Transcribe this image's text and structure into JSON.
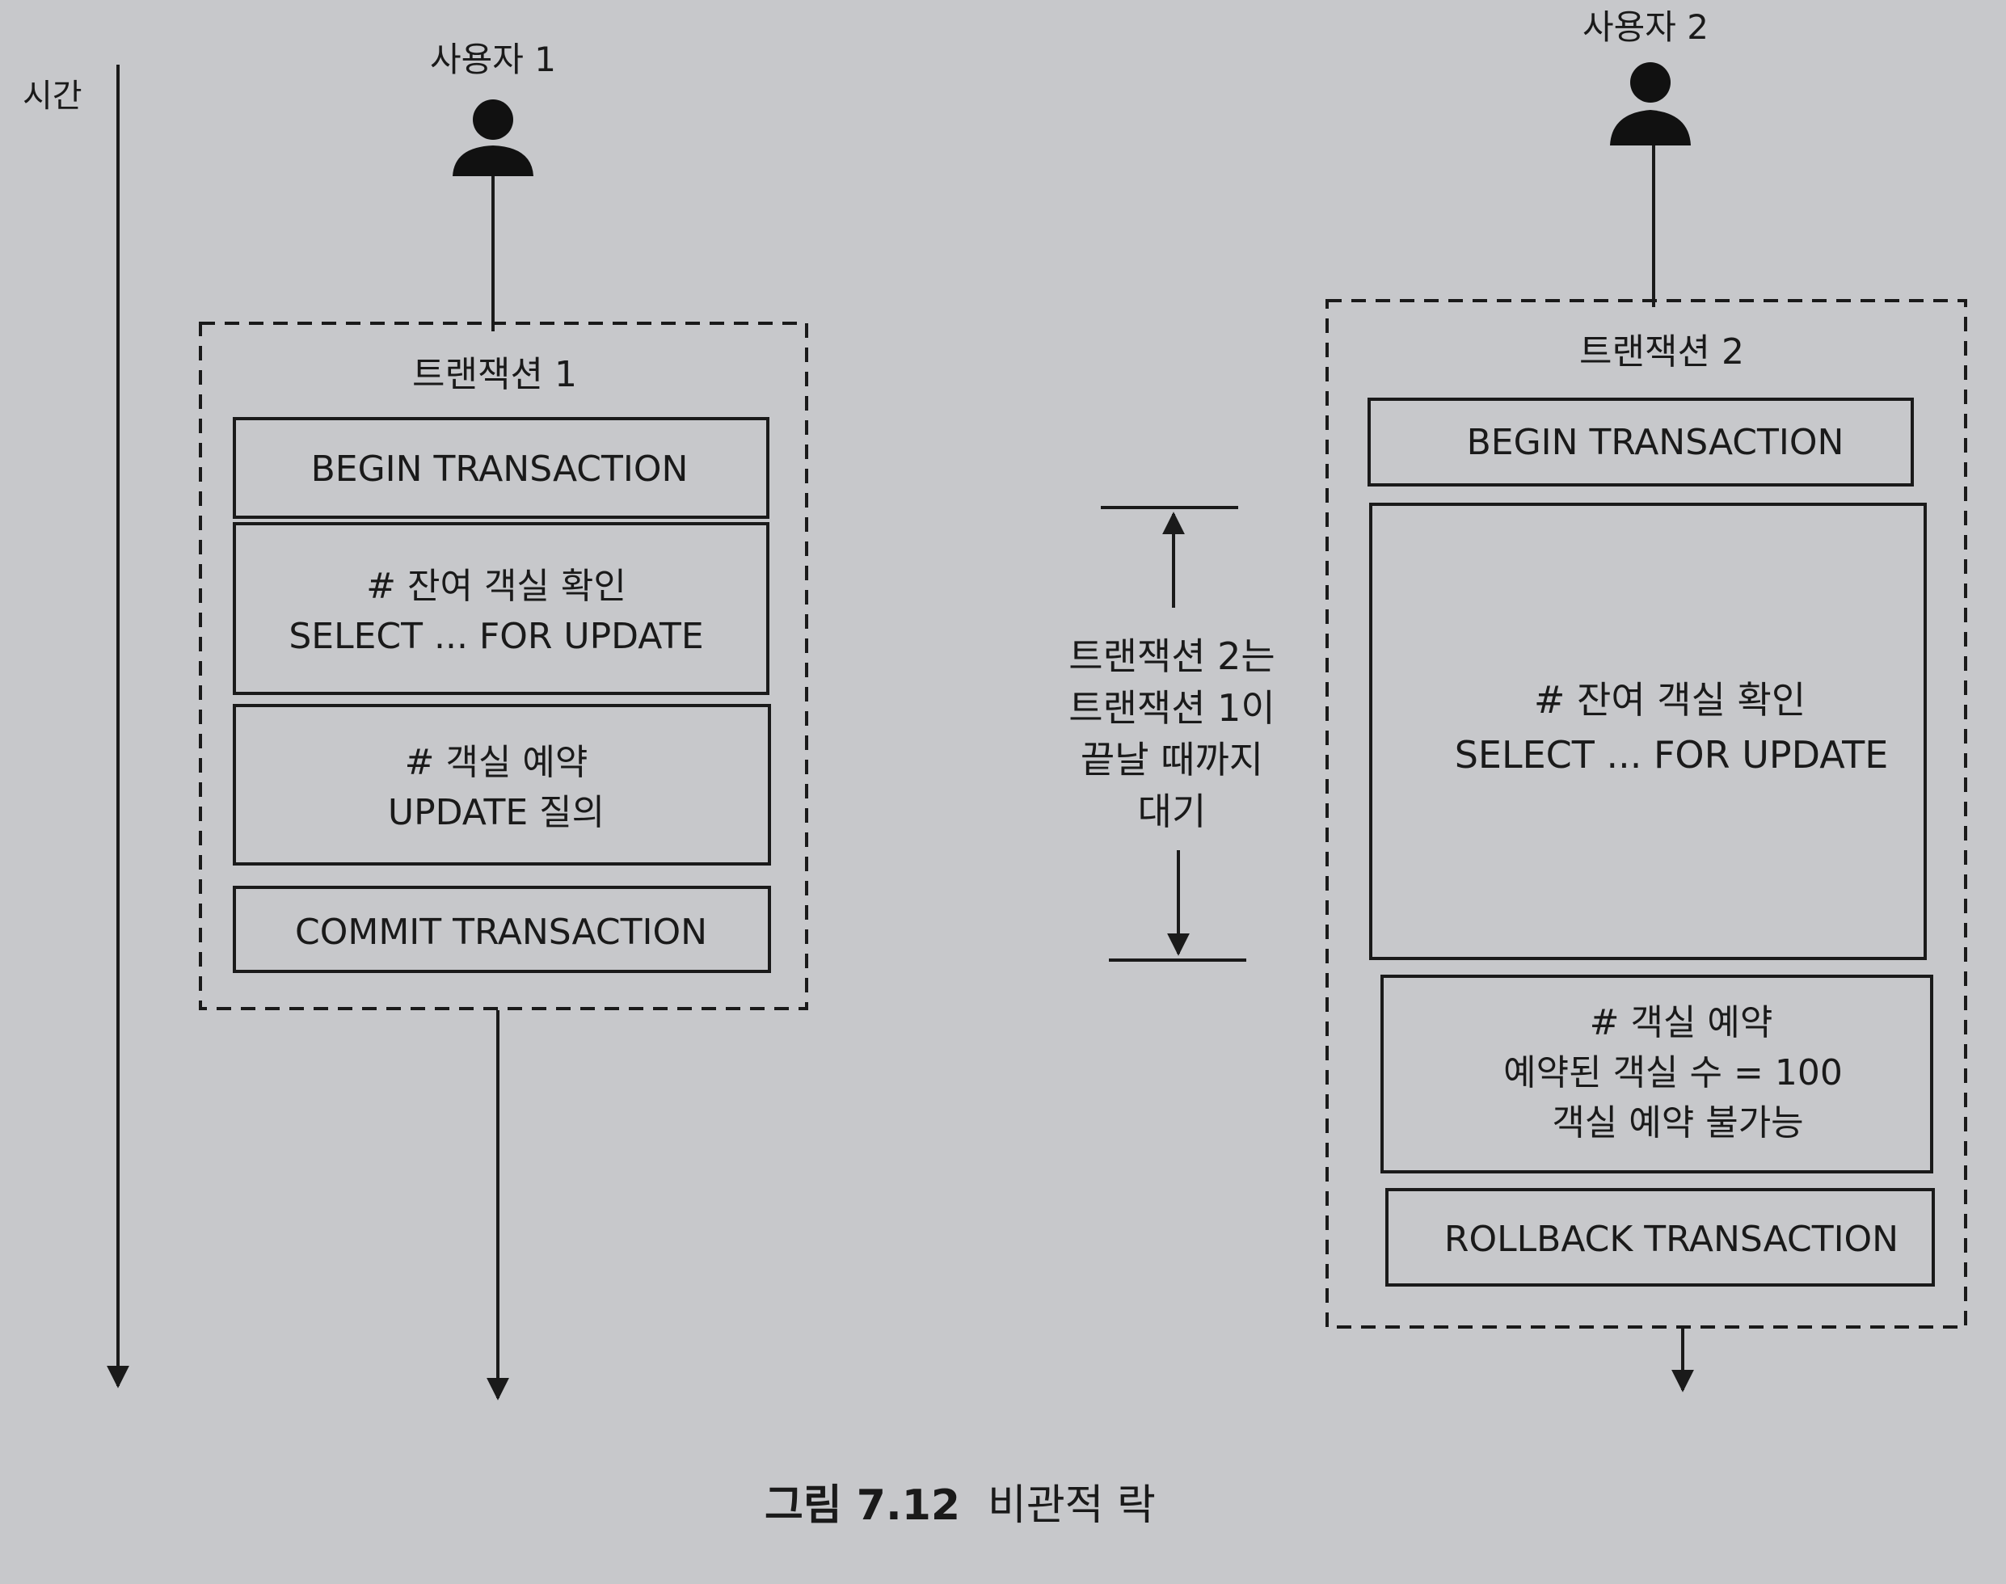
{
  "time_axis": {
    "label": "시간"
  },
  "user1": {
    "label": "사용자 1",
    "transaction_title": "트랜잭션 1",
    "steps": {
      "begin": "BEGIN TRANSACTION",
      "check_comment": "# 잔여 객실 확인",
      "check_sql": "SELECT ... FOR UPDATE",
      "reserve_comment": "# 객실 예약",
      "reserve_sql": "UPDATE 질의",
      "commit": "COMMIT TRANSACTION"
    }
  },
  "user2": {
    "label": "사용자 2",
    "transaction_title": "트랜잭션 2",
    "steps": {
      "begin": "BEGIN TRANSACTION",
      "check_comment": "# 잔여 객실 확인",
      "check_sql": "SELECT ... FOR UPDATE",
      "reserve_comment": "# 객실 예약",
      "reserve_count": "예약된 객실 수 = 100",
      "reserve_fail": "객실 예약 불가능",
      "rollback": "ROLLBACK TRANSACTION"
    }
  },
  "wait_note": {
    "line1": "트랜잭션 2는",
    "line2": "트랜잭션 1이",
    "line3": "끝날 때까지",
    "line4": "대기"
  },
  "caption": {
    "number": "그림 7.12",
    "title": "비관적 락"
  }
}
